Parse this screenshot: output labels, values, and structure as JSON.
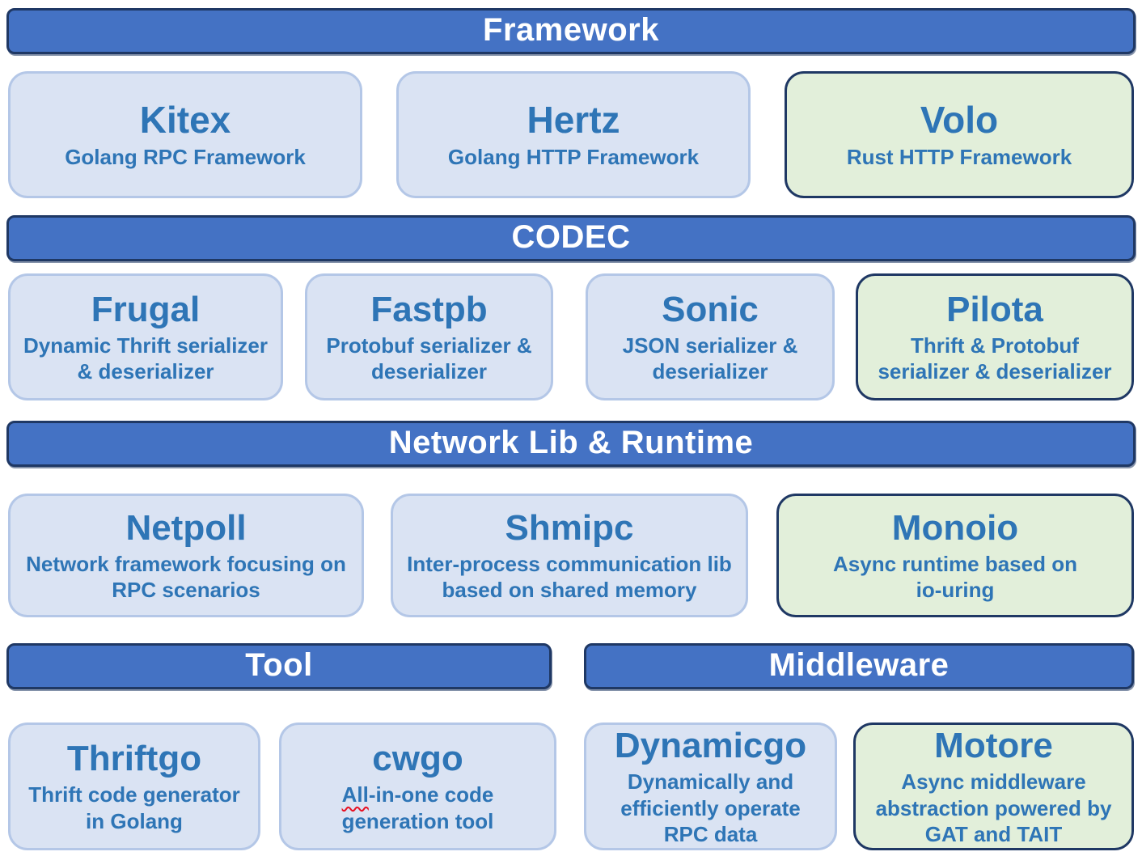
{
  "diagram": {
    "title_semantic": "CloudWeGo-style ecosystem architecture diagram",
    "sections": [
      {
        "label": "Framework",
        "cards": [
          {
            "title": "Kitex",
            "variant": "blue",
            "desc_lines": [
              "Golang RPC Framework"
            ]
          },
          {
            "title": "Hertz",
            "variant": "blue",
            "desc_lines": [
              "Golang HTTP Framework"
            ]
          },
          {
            "title": "Volo",
            "variant": "green",
            "desc_lines": [
              "Rust HTTP Framework"
            ]
          }
        ]
      },
      {
        "label": "CODEC",
        "cards": [
          {
            "title": "Frugal",
            "variant": "blue",
            "desc_lines": [
              "Dynamic Thrift serializer",
              "& deserializer"
            ]
          },
          {
            "title": "Fastpb",
            "variant": "blue",
            "desc_lines": [
              "Protobuf serializer &",
              "deserializer"
            ]
          },
          {
            "title": "Sonic",
            "variant": "blue",
            "desc_lines": [
              "JSON serializer &",
              "deserializer"
            ]
          },
          {
            "title": "Pilota",
            "variant": "green",
            "desc_lines": [
              "Thrift & Protobuf",
              "serializer & deserializer"
            ]
          }
        ]
      },
      {
        "label": "Network Lib & Runtime",
        "cards": [
          {
            "title": "Netpoll",
            "variant": "blue",
            "desc_lines": [
              "Network framework focusing on",
              "RPC scenarios"
            ]
          },
          {
            "title": "Shmipc",
            "variant": "blue",
            "desc_lines": [
              "Inter-process communication lib",
              "based on shared memory"
            ]
          },
          {
            "title": "Monoio",
            "variant": "green",
            "desc_lines": [
              "Async runtime based on",
              "io-uring"
            ]
          }
        ]
      },
      {
        "label": "Tool",
        "cards": [
          {
            "title": "Thriftgo",
            "variant": "blue",
            "desc_lines": [
              "Thrift code generator",
              "in Golang"
            ]
          },
          {
            "title": "cwgo",
            "variant": "blue",
            "desc_line1_flagged": "All",
            "desc_line1_rest": "-in-one code",
            "desc_line2": "generation tool"
          }
        ]
      },
      {
        "label": "Middleware",
        "cards": [
          {
            "title": "Dynamicgo",
            "variant": "blue",
            "desc_lines": [
              "Dynamically and",
              "efficiently operate",
              "RPC data"
            ]
          },
          {
            "title": "Motore",
            "variant": "green",
            "desc_lines": [
              "Async middleware",
              "abstraction powered by",
              "GAT and TAIT"
            ]
          }
        ]
      }
    ]
  },
  "colors": {
    "bar_fill": "#4472C4",
    "bar_border": "#1F3864",
    "bar_text": "#FFFFFF",
    "card_blue_fill": "#DAE3F3",
    "card_blue_border": "#B4C7E7",
    "card_green_fill": "#E2EFDA",
    "card_green_border": "#1F3864",
    "card_text": "#2E75B6",
    "squiggle": "#E81123"
  }
}
